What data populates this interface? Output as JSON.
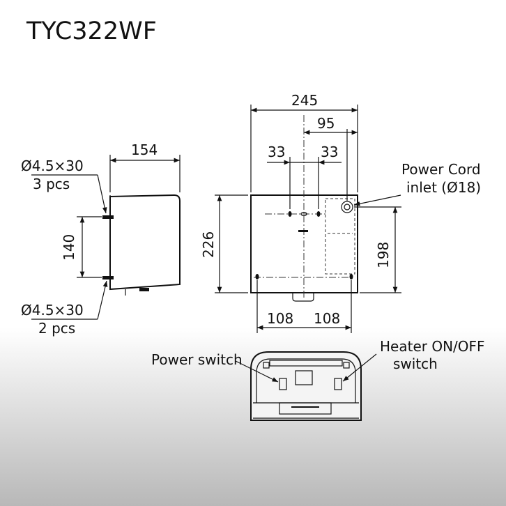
{
  "title": "TYC322WF",
  "side_view": {
    "width_dim": "154",
    "screw_spacing_dim": "140",
    "top_screws": {
      "spec": "Ø4.5×30",
      "qty": "3 pcs"
    },
    "bottom_screws": {
      "spec": "Ø4.5×30",
      "qty": "2 pcs"
    }
  },
  "front_view": {
    "overall_width_dim": "245",
    "inlet_offset_dim": "95",
    "left_hole_dim": "33",
    "right_hole_dim": "33",
    "height_dim": "226",
    "inlet_height_dim": "198",
    "bottom_left_dim": "108",
    "bottom_right_dim": "108",
    "power_cord_label_1": "Power Cord",
    "power_cord_label_2": "inlet (Ø18)"
  },
  "bottom_view": {
    "power_switch_label": "Power switch",
    "heater_label_1": "Heater ON/OFF",
    "heater_label_2": "switch"
  }
}
